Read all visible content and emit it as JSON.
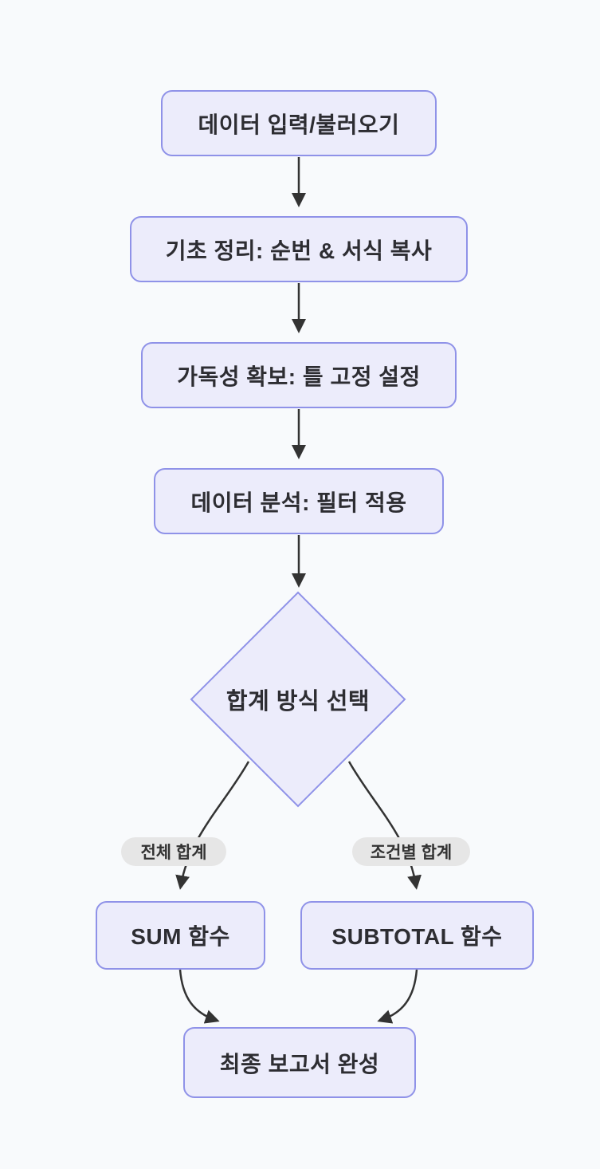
{
  "flowchart": {
    "type": "flowchart-top-down",
    "colors": {
      "background": "#f8fafc",
      "node_fill": "#ececfb",
      "node_border": "#8f92e8",
      "node_text": "#2d2d32",
      "edge_stroke": "#333333",
      "edge_label_bg": "#e6e6e6",
      "edge_label_text": "#333333"
    },
    "nodes": [
      {
        "id": "input",
        "shape": "rounded-rect",
        "label": "데이터 입력/불러오기"
      },
      {
        "id": "sort",
        "shape": "rounded-rect",
        "label": "기초 정리: 순번 & 서식 복사"
      },
      {
        "id": "freeze",
        "shape": "rounded-rect",
        "label": "가독성 확보: 틀 고정 설정"
      },
      {
        "id": "filter",
        "shape": "rounded-rect",
        "label": "데이터 분석: 필터 적용"
      },
      {
        "id": "decision",
        "shape": "diamond",
        "label": "합계 방식 선택"
      },
      {
        "id": "sum",
        "shape": "rounded-rect",
        "label": "SUM 함수"
      },
      {
        "id": "subtotal",
        "shape": "rounded-rect",
        "label": "SUBTOTAL 함수"
      },
      {
        "id": "report",
        "shape": "rounded-rect",
        "label": "최종 보고서 완성"
      }
    ],
    "edges": [
      {
        "from": "input",
        "to": "sort",
        "label": ""
      },
      {
        "from": "sort",
        "to": "freeze",
        "label": ""
      },
      {
        "from": "freeze",
        "to": "filter",
        "label": ""
      },
      {
        "from": "filter",
        "to": "decision",
        "label": ""
      },
      {
        "from": "decision",
        "to": "sum",
        "label": "전체 합계"
      },
      {
        "from": "decision",
        "to": "subtotal",
        "label": "조건별 합계"
      },
      {
        "from": "sum",
        "to": "report",
        "label": ""
      },
      {
        "from": "subtotal",
        "to": "report",
        "label": ""
      }
    ]
  }
}
